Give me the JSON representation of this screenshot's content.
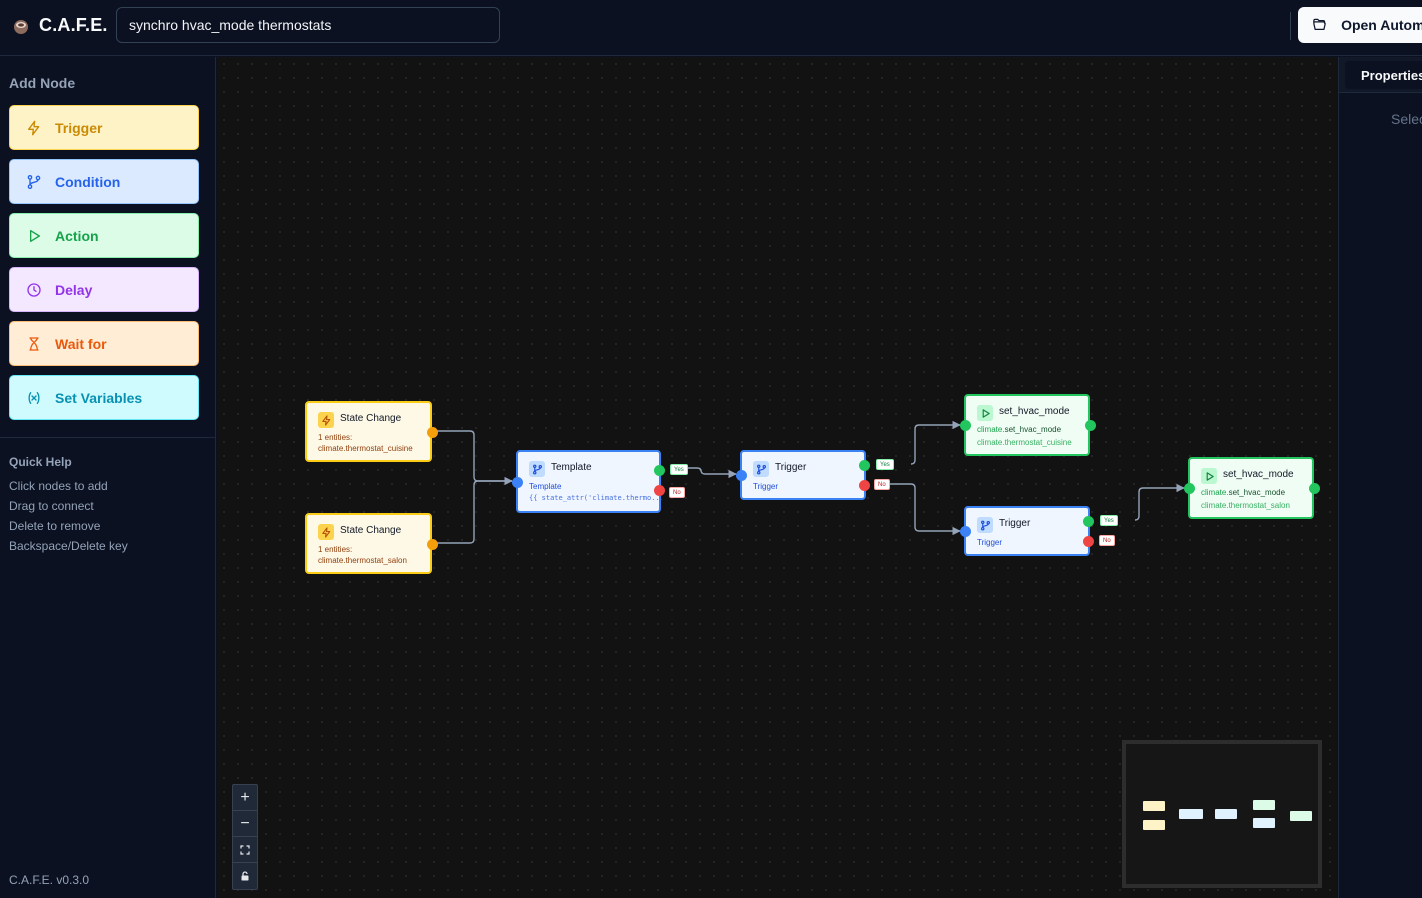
{
  "app": {
    "logo_text": "C.A.F.E."
  },
  "header": {
    "automation_name": "synchro hvac_mode thermostats",
    "open_button": "Open Automation"
  },
  "sidebar": {
    "title": "Add Node",
    "items": [
      {
        "label": "Trigger",
        "icon": "zap-icon",
        "color": "#ca8a04"
      },
      {
        "label": "Condition",
        "icon": "git-branch-icon",
        "color": "#2563eb"
      },
      {
        "label": "Action",
        "icon": "play-icon",
        "color": "#16a34a"
      },
      {
        "label": "Delay",
        "icon": "clock-icon",
        "color": "#9333ea"
      },
      {
        "label": "Wait for",
        "icon": "hourglass-icon",
        "color": "#ea580c"
      },
      {
        "label": "Set Variables",
        "icon": "variable-icon",
        "color": "#0891b2"
      }
    ],
    "quick_help": {
      "title": "Quick Help",
      "lines": [
        "Click nodes to add",
        "Drag to connect",
        "Delete to remove",
        "Backspace/Delete key"
      ]
    },
    "version": "C.A.F.E. v0.3.0"
  },
  "canvas": {
    "nodes": {
      "trigger_cuisine": {
        "title": "State Change",
        "line1": "1 entities:",
        "line2": "climate.thermostat_cuisine"
      },
      "trigger_salon": {
        "title": "State Change",
        "line1": "1 entities:",
        "line2": "climate.thermostat_salon"
      },
      "cond_template": {
        "title": "Template",
        "line1": "Template",
        "line2": "{{ state_attr('climate.thermo..."
      },
      "cond_trigger_1": {
        "title": "Trigger",
        "line1": "Trigger"
      },
      "cond_trigger_2": {
        "title": "Trigger",
        "line1": "Trigger"
      },
      "action_1": {
        "title": "set_hvac_mode",
        "service_prefix": "climate.",
        "service_name": "set_hvac_mode",
        "target": "climate.thermostat_cuisine"
      },
      "action_2": {
        "title": "set_hvac_mode",
        "service_prefix": "climate.",
        "service_name": "set_hvac_mode",
        "target": "climate.thermostat_salon"
      }
    },
    "branch_labels": {
      "yes": "Yes",
      "no": "No"
    },
    "controls": {
      "zoom_in": "+",
      "zoom_out": "−"
    }
  },
  "properties": {
    "tab": "Properties",
    "hint": "Select a node to edit its properties"
  }
}
